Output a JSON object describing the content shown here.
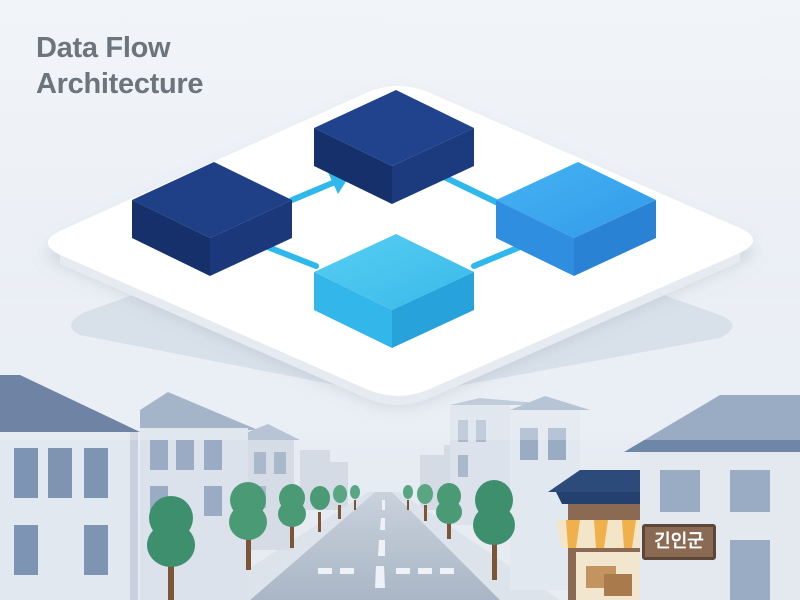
{
  "title": {
    "line1": "Data Flow",
    "line2": "Architecture"
  },
  "street": {
    "shop_sign": "긴인군"
  },
  "colors": {
    "sky": "#eef2f7",
    "platform": "#ffffff",
    "block_dark": "#1f3f86",
    "block_light": "#33b6ea",
    "block_mid": "#3aa6ee",
    "arrow": "#2fb8ec",
    "title": "#6e747c",
    "roof": "#2c4a7a",
    "tree": "#3e8f6e"
  },
  "diagram": {
    "nodes": [
      {
        "id": "node-left",
        "tone": "dark"
      },
      {
        "id": "node-top",
        "tone": "dark"
      },
      {
        "id": "node-right",
        "tone": "mid"
      },
      {
        "id": "node-bottom",
        "tone": "light"
      }
    ],
    "edges": [
      {
        "from": "node-left",
        "to": "node-top",
        "arrowhead": true
      },
      {
        "from": "node-top",
        "to": "node-right",
        "arrowhead": false
      },
      {
        "from": "node-left",
        "to": "node-bottom",
        "arrowhead": false
      },
      {
        "from": "node-bottom",
        "to": "node-right",
        "arrowhead": false
      }
    ]
  }
}
